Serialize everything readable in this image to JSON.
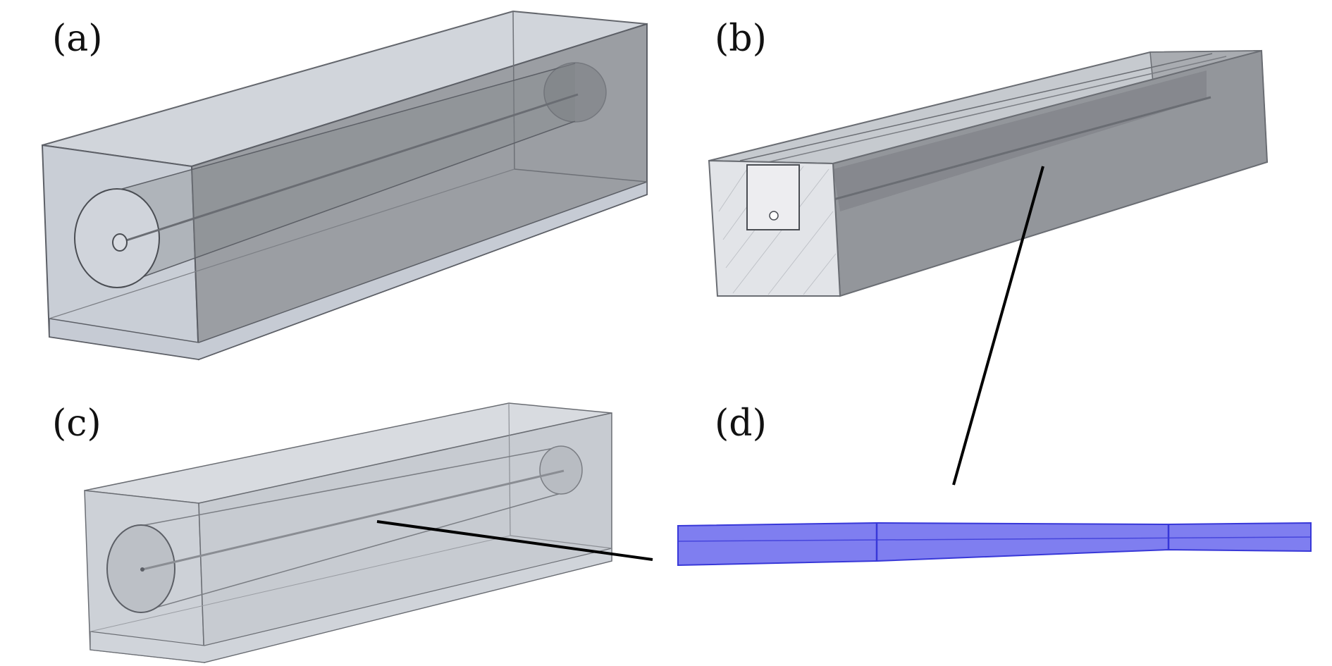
{
  "labels": {
    "a": "(a)",
    "b": "(b)",
    "c": "(c)",
    "d": "(d)"
  },
  "colors": {
    "box_fill": "#c4c9d2",
    "box_dark": "#8f9296",
    "box_edge": "#5c5f66",
    "tube_fill": "#7f7ef0",
    "tube_edge": "#3838d8",
    "leader_line": "#000000"
  }
}
